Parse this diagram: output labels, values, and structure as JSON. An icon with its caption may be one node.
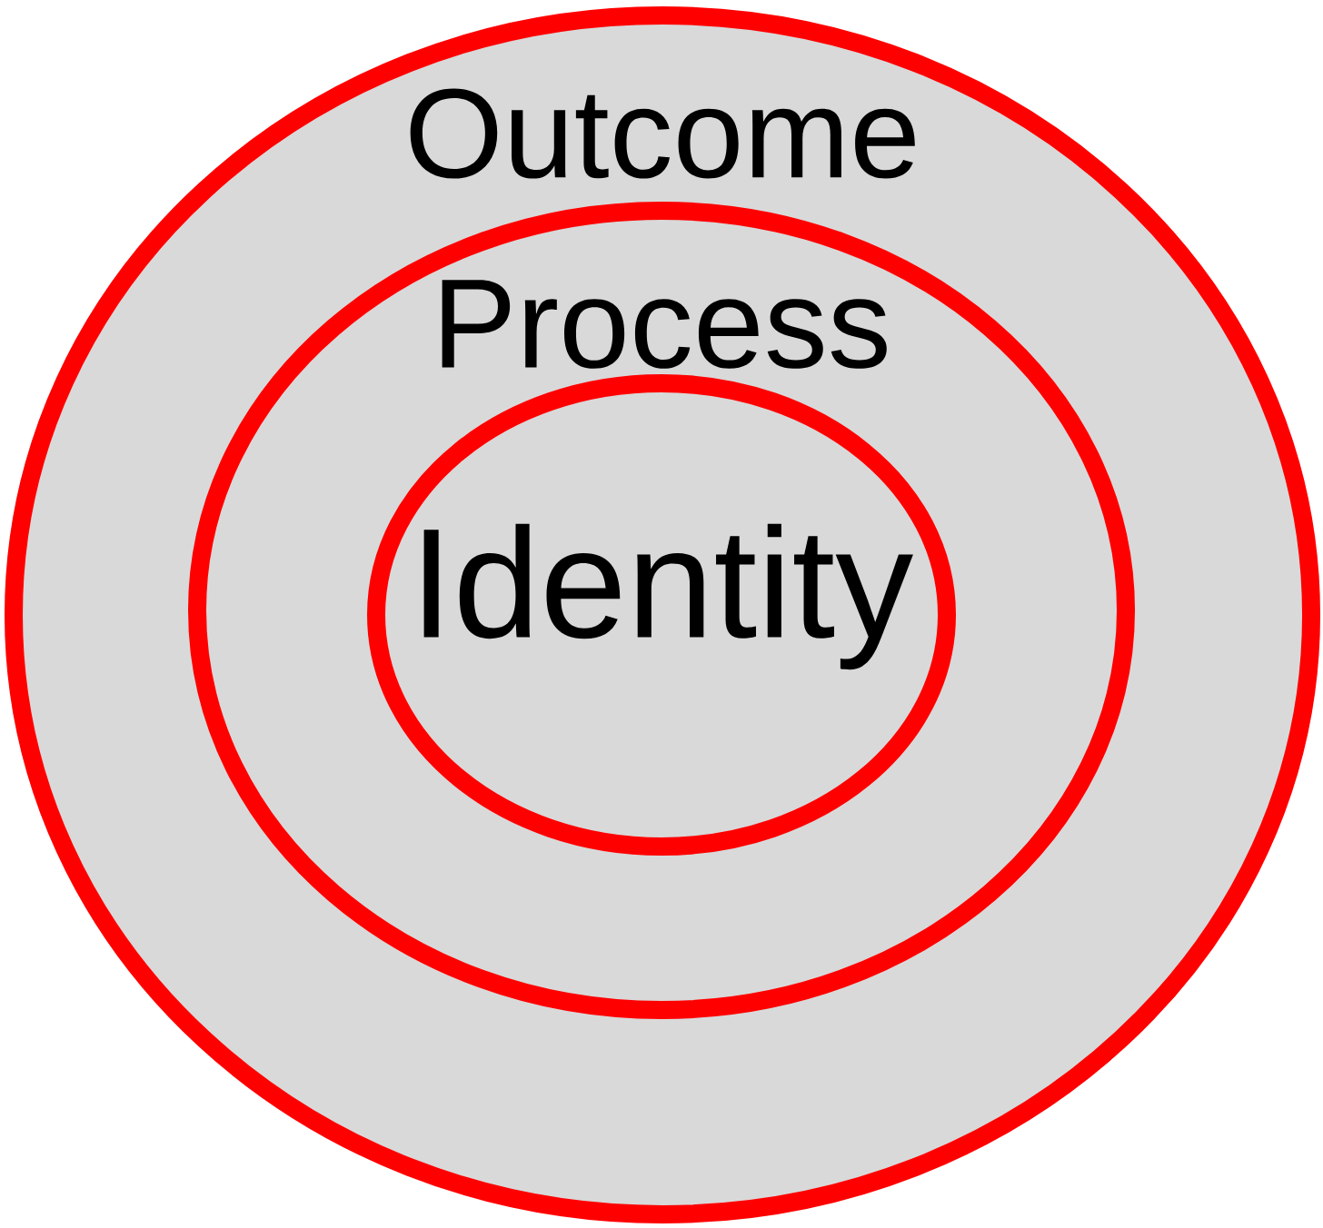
{
  "diagram": {
    "nodes": [
      {
        "text": [
          "Outcome"
        ]
      },
      {
        "text": [
          "Process"
        ],
        "in": 0
      },
      {
        "text": [
          "Identity"
        ],
        "in": 1
      }
    ]
  }
}
